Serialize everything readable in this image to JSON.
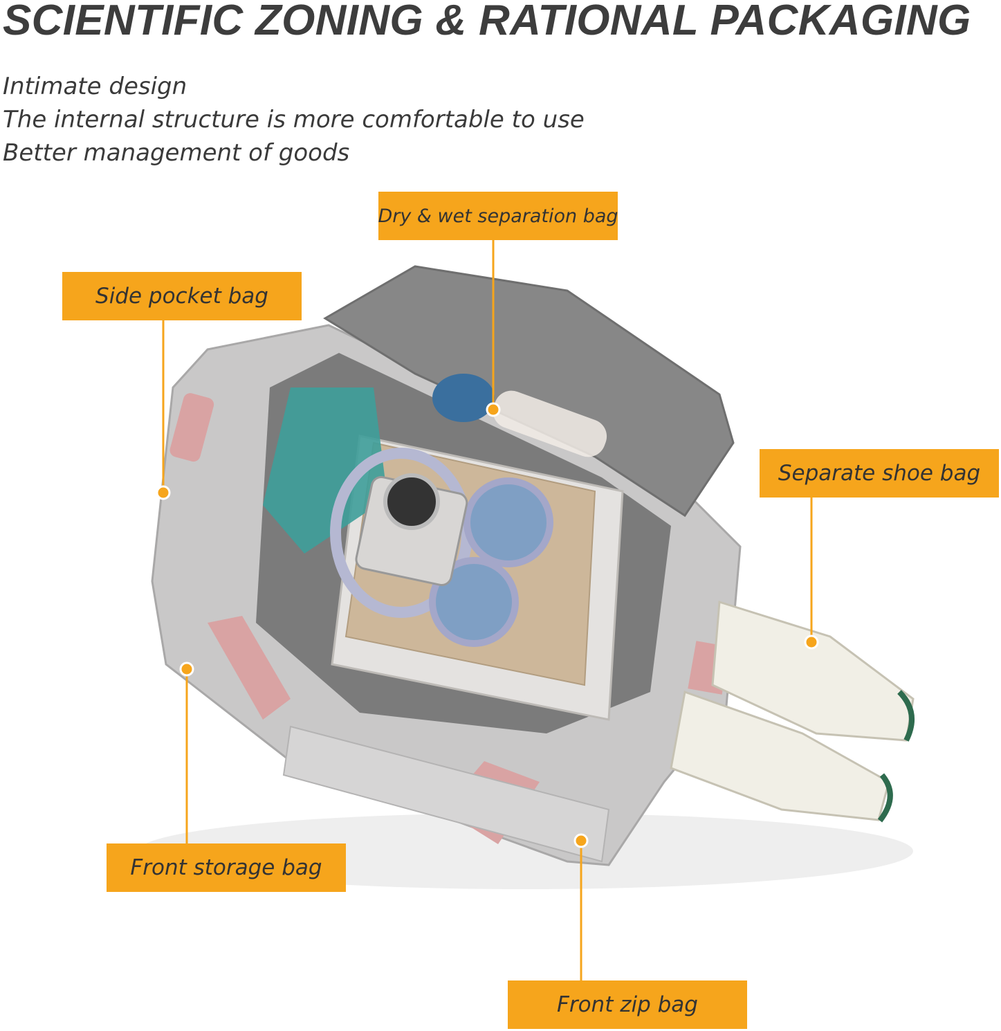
{
  "title": "SCIENTIFIC ZONING & RATIONAL PACKAGING",
  "subtitle_lines": [
    "Intimate design",
    "The internal structure is more comfortable to use",
    "Better management of goods"
  ],
  "labels": {
    "dry_wet": "Dry & wet separation bag",
    "side_pocket": "Side pocket bag",
    "shoe_bag": "Separate shoe bag",
    "front_storage": "Front storage bag",
    "front_zip": "Front zip bag"
  },
  "colors": {
    "accent": "#f6a51c",
    "text": "#3d3d3d",
    "bag": "#c9c8c8",
    "bag_strap": "#d9a3a3"
  }
}
